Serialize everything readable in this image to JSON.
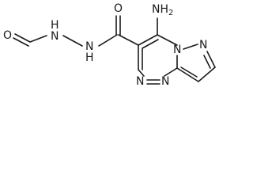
{
  "molecule": {
    "atoms": {
      "formyl_oxygen": "O",
      "hydrazide_nh_left": "H",
      "hydrazide_nh_left_n": "N",
      "hydrazide_nh_right": "H",
      "hydrazide_nh_right_n": "N",
      "carbonyl_oxygen": "O",
      "amino_n": "NH",
      "amino_sub": "2",
      "pyrazole_n": "N",
      "bridgehead_n": "N",
      "triazine_n_left": "N",
      "triazine_n_right": "N"
    }
  }
}
